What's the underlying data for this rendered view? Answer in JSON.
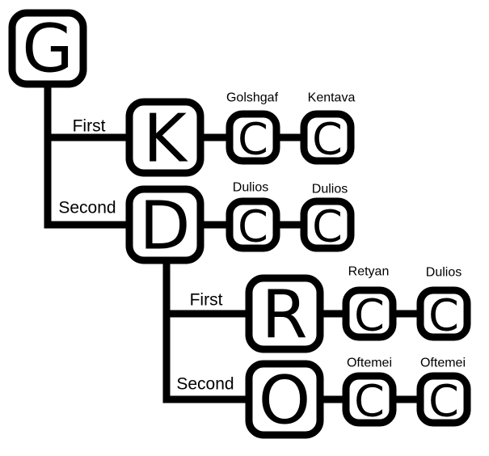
{
  "root": {
    "letter": "G"
  },
  "branches": [
    {
      "edge_label": "First",
      "letter": "K",
      "children": [
        {
          "letter": "C",
          "label": "Golshgaf"
        },
        {
          "letter": "C",
          "label": "Kentava"
        }
      ]
    },
    {
      "edge_label": "Second",
      "letter": "D",
      "children": [
        {
          "letter": "C",
          "label": "Dulios"
        },
        {
          "letter": "C",
          "label": "Dulios"
        }
      ],
      "branches": [
        {
          "edge_label": "First",
          "letter": "R",
          "children": [
            {
              "letter": "C",
              "label": "Retyan"
            },
            {
              "letter": "C",
              "label": "Dulios"
            }
          ]
        },
        {
          "edge_label": "Second",
          "letter": "O",
          "children": [
            {
              "letter": "C",
              "label": "Oftemei"
            },
            {
              "letter": "C",
              "label": "Oftemei"
            }
          ]
        }
      ]
    }
  ]
}
